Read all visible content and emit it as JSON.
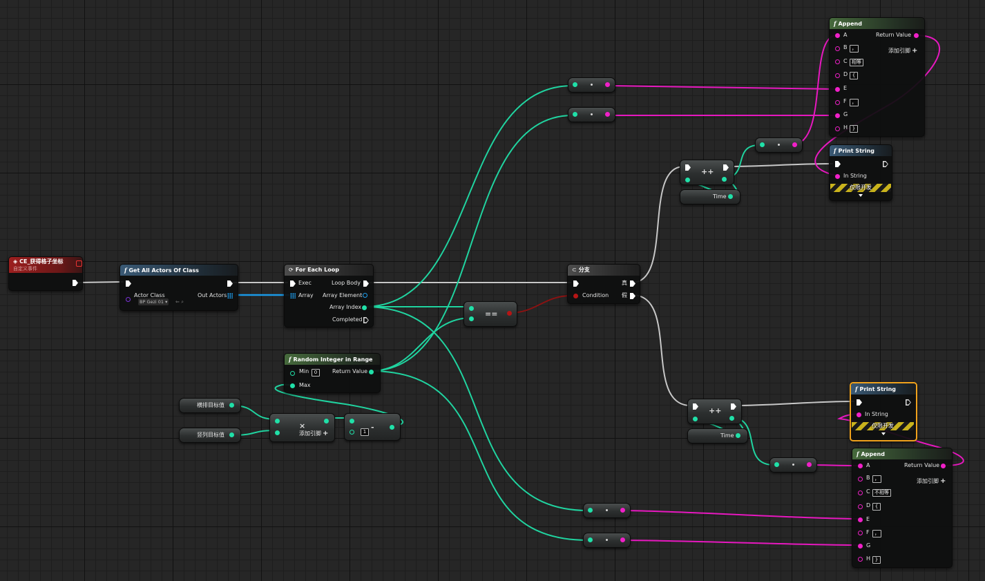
{
  "nodes": {
    "event": {
      "title": "CE_获得格子坐标",
      "subtitle": "自定义事件"
    },
    "get_all_actors": {
      "title": "Get All Actors Of Class",
      "actor_class_label": "Actor Class",
      "actor_class_value": "BP Gezi 01 ▾",
      "out_actors_label": "Out Actors"
    },
    "for_each": {
      "title": "For Each Loop",
      "exec_label": "Exec",
      "array_label": "Array",
      "loop_body_label": "Loop Body",
      "array_element_label": "Array Element",
      "array_index_label": "Array Index",
      "completed_label": "Completed"
    },
    "branch": {
      "title": "分支",
      "condition_label": "Condition",
      "true_label": "真",
      "false_label": "假"
    },
    "equals": {
      "symbol": "=="
    },
    "random_int": {
      "title": "Random Integer in Range",
      "min_label": "Min",
      "min_value": "0",
      "max_label": "Max",
      "return_label": "Return Value"
    },
    "get_row": {
      "label": "横排目标值"
    },
    "get_col": {
      "label": "竖列目标值"
    },
    "multiply": {
      "symbol": "×",
      "add_pin_label": "添加引脚"
    },
    "subtract": {
      "symbol": "-",
      "value": "1"
    },
    "increment_top": {
      "symbol": "++",
      "time_label": "Time"
    },
    "increment_bottom": {
      "symbol": "++",
      "time_label": "Time"
    },
    "append_top": {
      "title": "Append",
      "pins": [
        {
          "label": "A",
          "value": ""
        },
        {
          "label": "B",
          "value": "，"
        },
        {
          "label": "C",
          "value": "相等"
        },
        {
          "label": "D",
          "value": "{"
        },
        {
          "label": "E",
          "value": ""
        },
        {
          "label": "F",
          "value": "，"
        },
        {
          "label": "G",
          "value": ""
        },
        {
          "label": "H",
          "value": "}"
        }
      ],
      "return_label": "Return Value",
      "add_pin_label": "添加引脚"
    },
    "append_bottom": {
      "title": "Append",
      "pins": [
        {
          "label": "A",
          "value": ""
        },
        {
          "label": "B",
          "value": "，"
        },
        {
          "label": "C",
          "value": "不相等"
        },
        {
          "label": "D",
          "value": "{"
        },
        {
          "label": "E",
          "value": ""
        },
        {
          "label": "F",
          "value": "，"
        },
        {
          "label": "G",
          "value": ""
        },
        {
          "label": "H",
          "value": "}"
        }
      ],
      "return_label": "Return Value",
      "add_pin_label": "添加引脚"
    },
    "print_top": {
      "title": "Print String",
      "in_string_label": "In String",
      "dev_only_label": "仅限开发"
    },
    "print_bottom": {
      "title": "Print String",
      "in_string_label": "In String",
      "dev_only_label": "仅限开发"
    }
  },
  "colors": {
    "exec_wire": "#c8c8c8",
    "int_wire": "#20d4a0",
    "string_wire": "#e818c0",
    "bool_wire": "#8a1212",
    "object_wire": "#1a9ae8",
    "selection": "#f0a21c"
  }
}
